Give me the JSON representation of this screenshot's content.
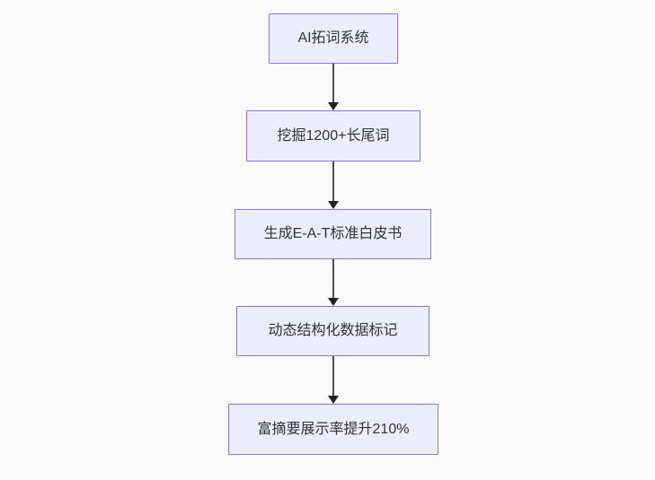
{
  "diagram": {
    "type": "flowchart",
    "direction": "top-down",
    "nodes": [
      {
        "id": "step-1",
        "label": "AI拓词系统"
      },
      {
        "id": "step-2",
        "label": "挖掘1200+长尾词"
      },
      {
        "id": "step-3",
        "label": "生成E-A-T标准白皮书"
      },
      {
        "id": "step-4",
        "label": "动态结构化数据标记"
      },
      {
        "id": "step-5",
        "label": "富摘要展示率提升210%"
      }
    ],
    "edges": [
      {
        "from": "step-1",
        "to": "step-2"
      },
      {
        "from": "step-2",
        "to": "step-3"
      },
      {
        "from": "step-3",
        "to": "step-4"
      },
      {
        "from": "step-4",
        "to": "step-5"
      }
    ],
    "colors": {
      "background": "#FAFAFA",
      "node_fill": "#ECECFF",
      "node_border": "#9370DB",
      "text": "#333333",
      "edge_line": "#4D4D4D",
      "arrowhead": "#222222"
    }
  }
}
